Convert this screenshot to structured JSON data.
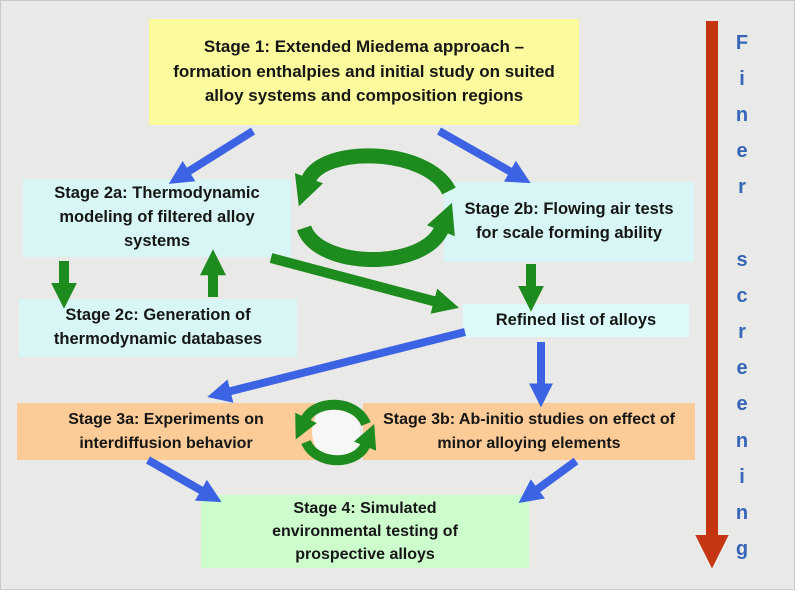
{
  "boxes": {
    "stage1": {
      "text": "Stage 1: Extended Miedema approach – formation enthalpies and initial study on suited alloy systems and composition regions",
      "bg": "#fbfb9d"
    },
    "stage2a": {
      "text": "Stage 2a: Thermodynamic modeling of filtered alloy systems",
      "bg": "#d7f6f5"
    },
    "stage2b": {
      "text": "Stage 2b: Flowing air tests for scale forming ability",
      "bg": "#d7f6f5"
    },
    "stage2c": {
      "text": "Stage 2c: Generation of thermodynamic databases",
      "bg": "#d7f6f5"
    },
    "refined": {
      "text": "Refined list of alloys",
      "bg": "#ddfbfa"
    },
    "stage3a": {
      "text": "Stage 3a: Experiments on interdiffusion behavior",
      "bg": "#fbcc98"
    },
    "stage3b": {
      "text": "Stage 3b: Ab-initio studies on effect of minor alloying elements",
      "bg": "#fbcc98"
    },
    "stage4": {
      "text": "Stage 4: Simulated environmental testing of prospective alloys",
      "bg": "#cdfccd"
    }
  },
  "side_label": "Finer screening",
  "colors": {
    "background": "#e9e9e7",
    "blue_arrow": "#3c63e3",
    "green_arrow": "#1e8b1e",
    "red_arrow": "#c63511",
    "side_label_blue": "#3566b8",
    "box_text": "#161616"
  },
  "connections": [
    {
      "from": "stage1",
      "to": "stage2a",
      "style": "blue-arrow"
    },
    {
      "from": "stage1",
      "to": "stage2b",
      "style": "blue-arrow"
    },
    {
      "from": "stage2a",
      "to": "stage2b",
      "style": "green-cycle"
    },
    {
      "from": "stage2a",
      "to": "stage2c",
      "style": "green-arrow"
    },
    {
      "from": "stage2c",
      "to": "stage2a",
      "style": "green-arrow"
    },
    {
      "from": "stage2a",
      "to": "refined",
      "style": "green-arrow"
    },
    {
      "from": "stage2b",
      "to": "refined",
      "style": "green-arrow"
    },
    {
      "from": "refined",
      "to": "stage3a",
      "style": "blue-arrow"
    },
    {
      "from": "refined",
      "to": "stage3b",
      "style": "blue-arrow"
    },
    {
      "from": "stage3a",
      "to": "stage3b",
      "style": "green-cycle"
    },
    {
      "from": "stage3a",
      "to": "stage4",
      "style": "blue-arrow"
    },
    {
      "from": "stage3b",
      "to": "stage4",
      "style": "blue-arrow"
    }
  ]
}
